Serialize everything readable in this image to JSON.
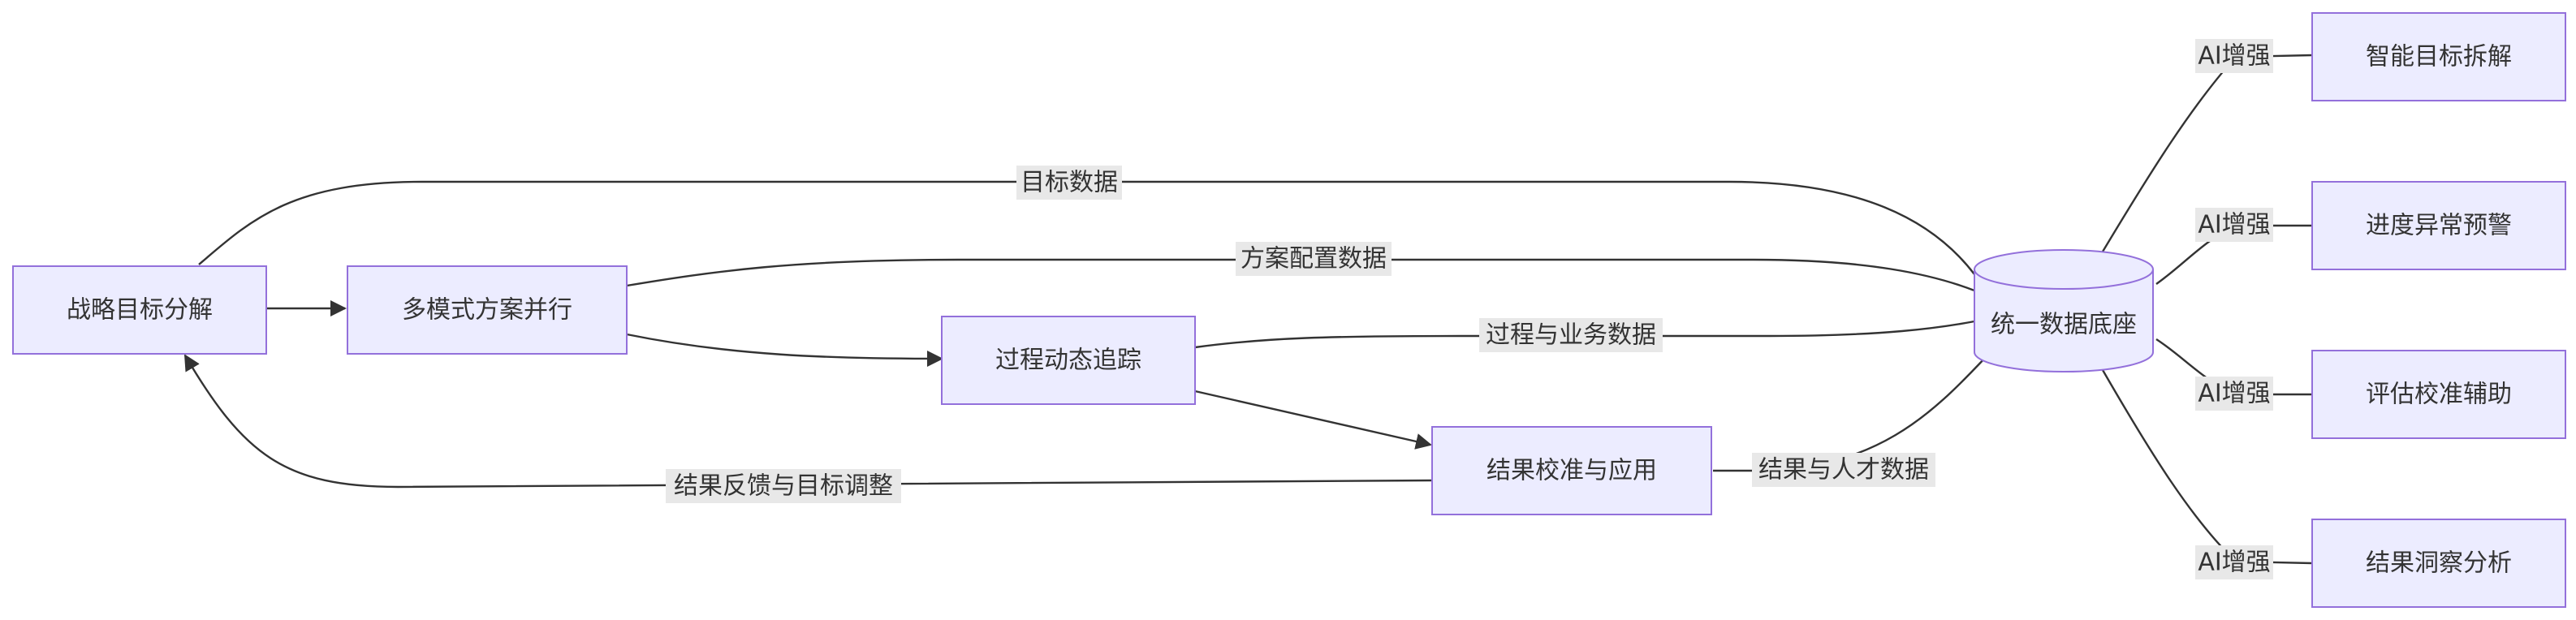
{
  "nodes": {
    "strategy": "战略目标分解",
    "multimode": "多模式方案并行",
    "process": "过程动态追踪",
    "result": "结果校准与应用",
    "database": "统一数据底座",
    "smart_goal": "智能目标拆解",
    "progress_alert": "进度异常预警",
    "eval_assist": "评估校准辅助",
    "insight": "结果洞察分析"
  },
  "edge_labels": {
    "goal_data": "目标数据",
    "plan_config_data": "方案配置数据",
    "process_business_data": "过程与业务数据",
    "result_talent_data": "结果与人才数据",
    "feedback": "结果反馈与目标调整",
    "ai_1": "AI增强",
    "ai_2": "AI增强",
    "ai_3": "AI增强",
    "ai_4": "AI增强"
  },
  "colors": {
    "node_fill": "#ececff",
    "node_stroke": "#9370db",
    "edge": "#333333",
    "label_bg": "#e8e8e8"
  }
}
